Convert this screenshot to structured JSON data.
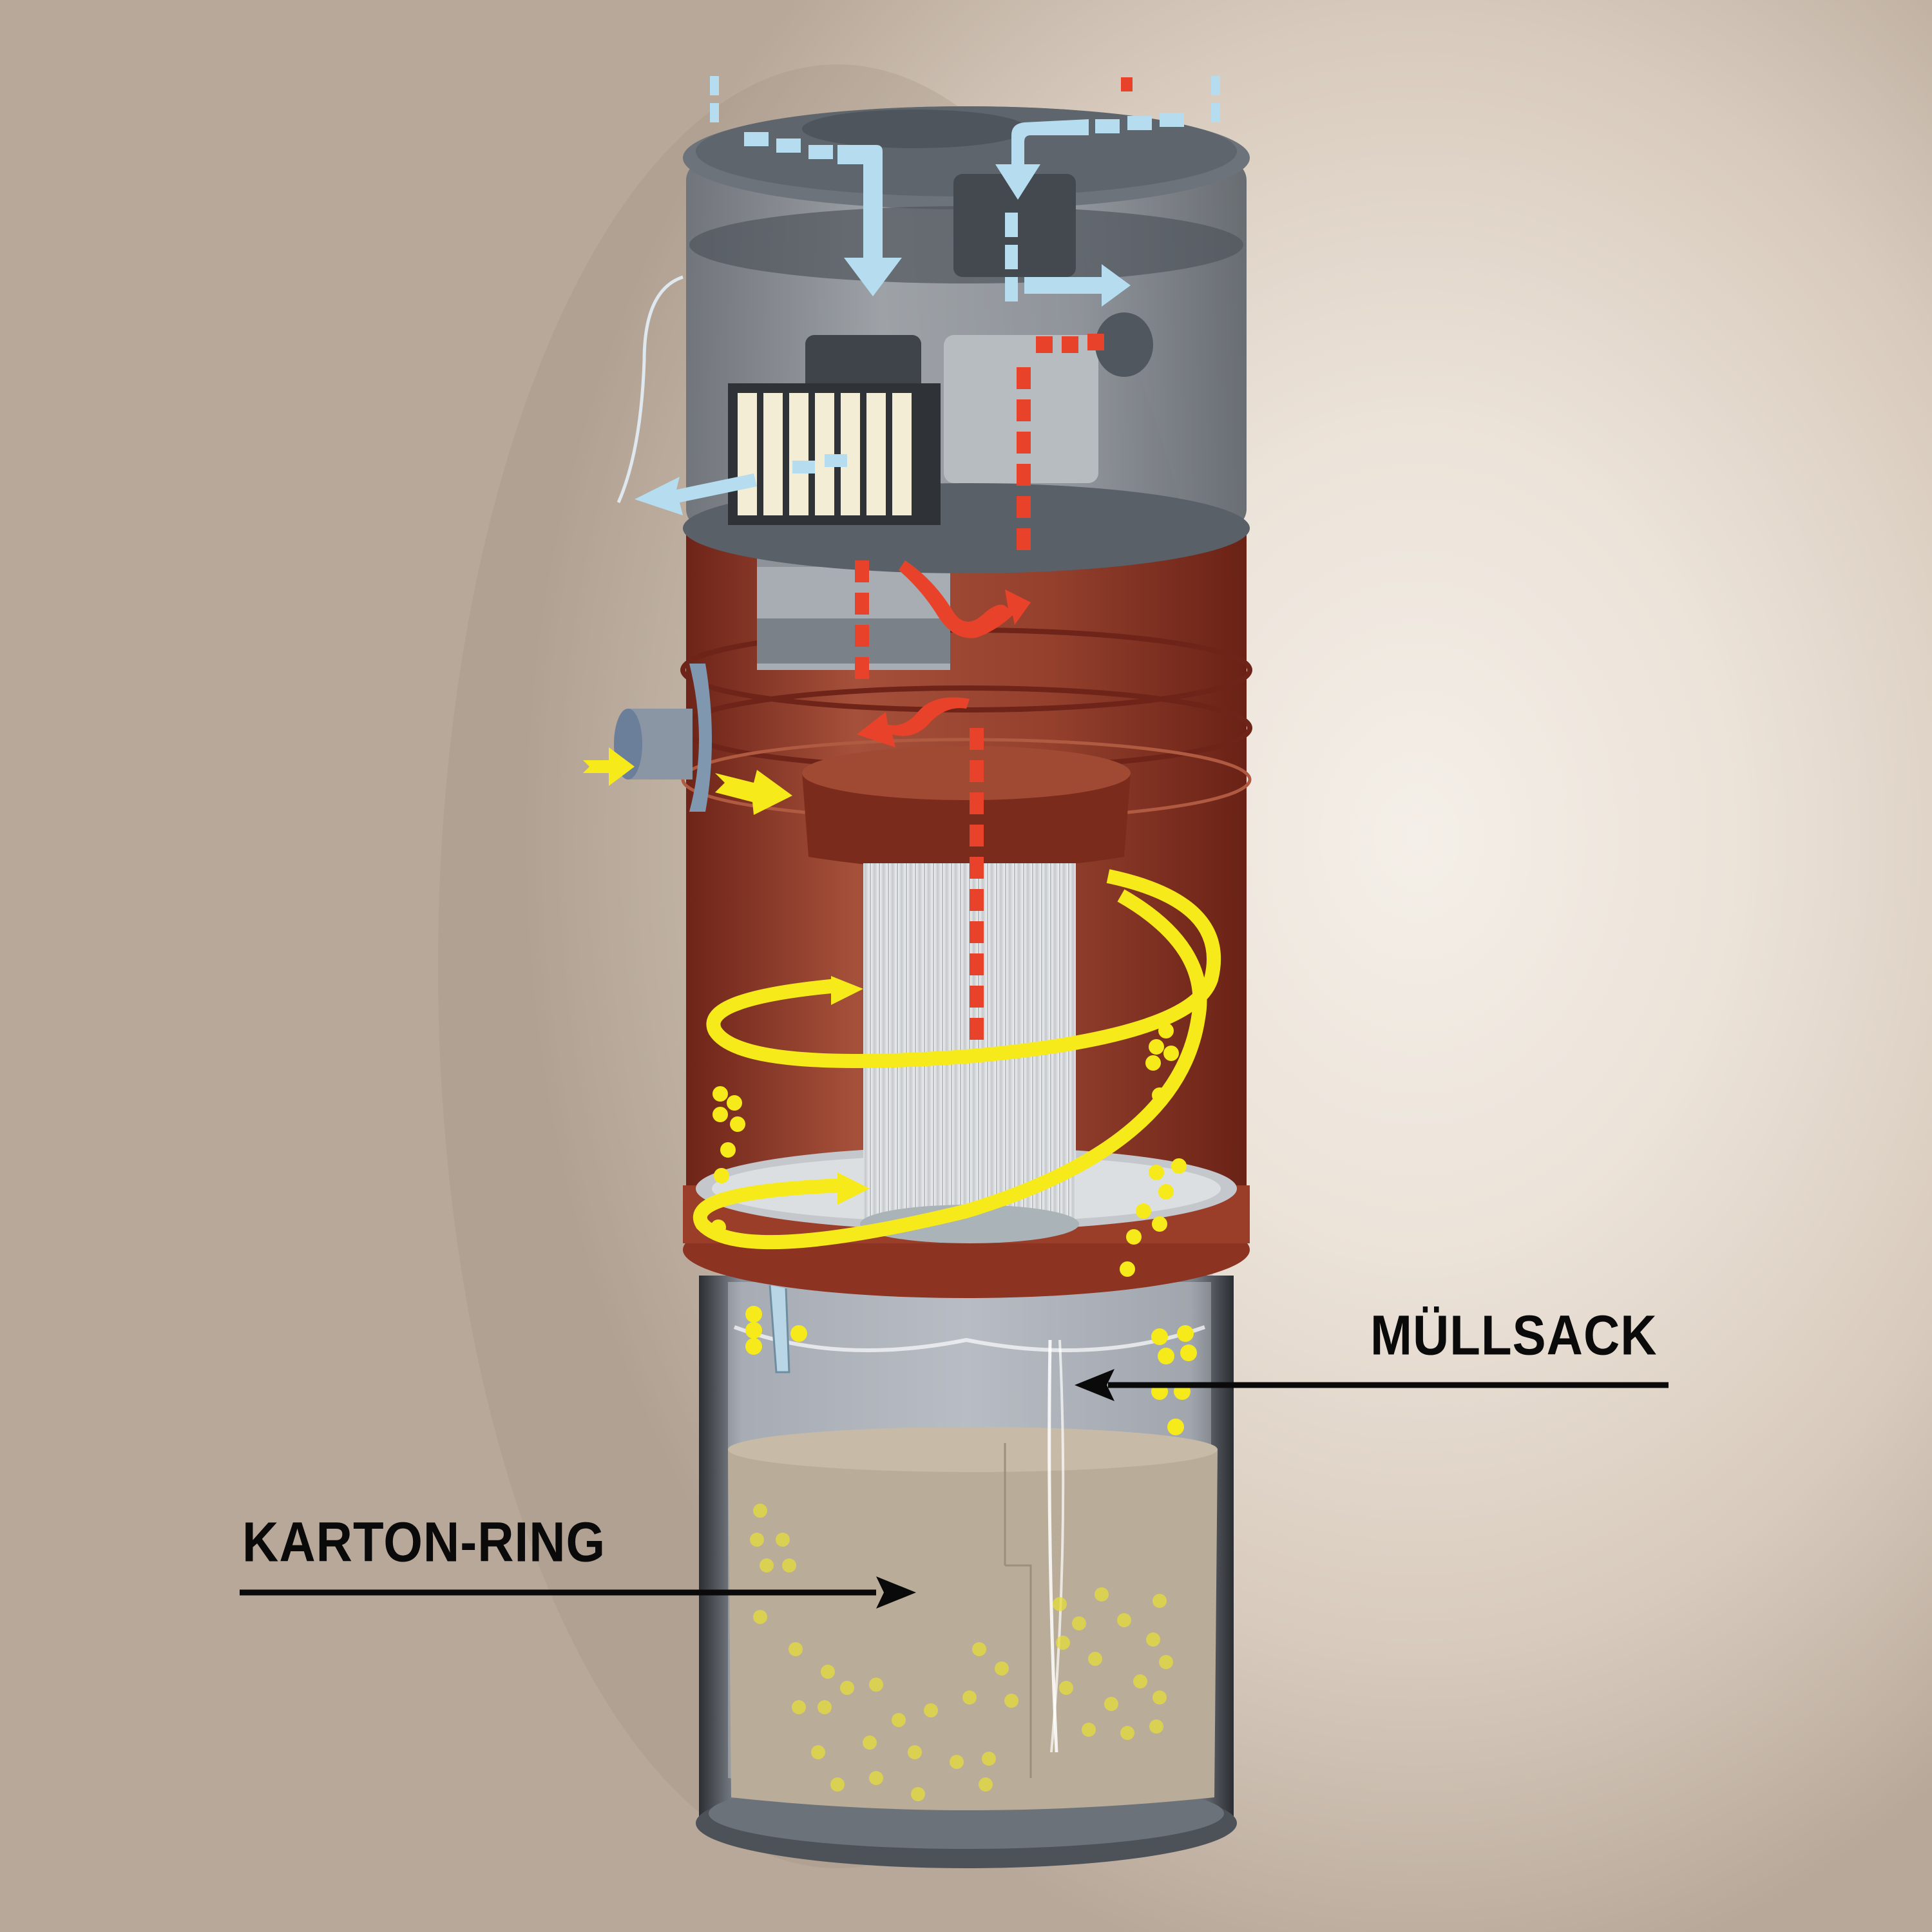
{
  "diagram": {
    "subject": "Central vacuum unit cutaway (cyclone separator with cartridge filter and collection bag)",
    "labels": [
      {
        "id": "muellsack",
        "text": "MÜLLSACK",
        "points_to": "bag drawstring in collection bin"
      },
      {
        "id": "karton_ring",
        "text": "KARTON-RING",
        "points_to": "cardboard ring inside collection bag"
      }
    ],
    "sections": [
      {
        "id": "motor_housing",
        "description": "grey transparent top housing with motor, fan and exhaust filter"
      },
      {
        "id": "cyclone_body",
        "description": "red-brown cylinder with tangential inlet and pleated cartridge filter"
      },
      {
        "id": "collection_bin",
        "description": "clear bottom bin containing bag and cardboard ring with dust"
      }
    ],
    "flows": [
      {
        "id": "cooling_air",
        "color_name": "light blue",
        "description": "cooling air in through top, out through side filter"
      },
      {
        "id": "exhaust_air",
        "color_name": "red",
        "description": "dashed red path rising from filter through motor"
      },
      {
        "id": "dirty_air",
        "color_name": "yellow",
        "description": "yellow spiral around filter, particles dropping into bag"
      }
    ]
  },
  "colors": {
    "background": "#e6ddd2",
    "housing_grey": "#7d848c",
    "housing_dark": "#5a6068",
    "cyclone_red": "#8e3424",
    "cyclone_dark": "#6e2418",
    "filter_white": "#e9ebec",
    "cooling_blue": "#b5dcef",
    "exhaust_red": "#e8432a",
    "dirt_yellow": "#f7ea1a",
    "cardboard": "#b9ac98",
    "label_black": "#0a0a0a"
  }
}
